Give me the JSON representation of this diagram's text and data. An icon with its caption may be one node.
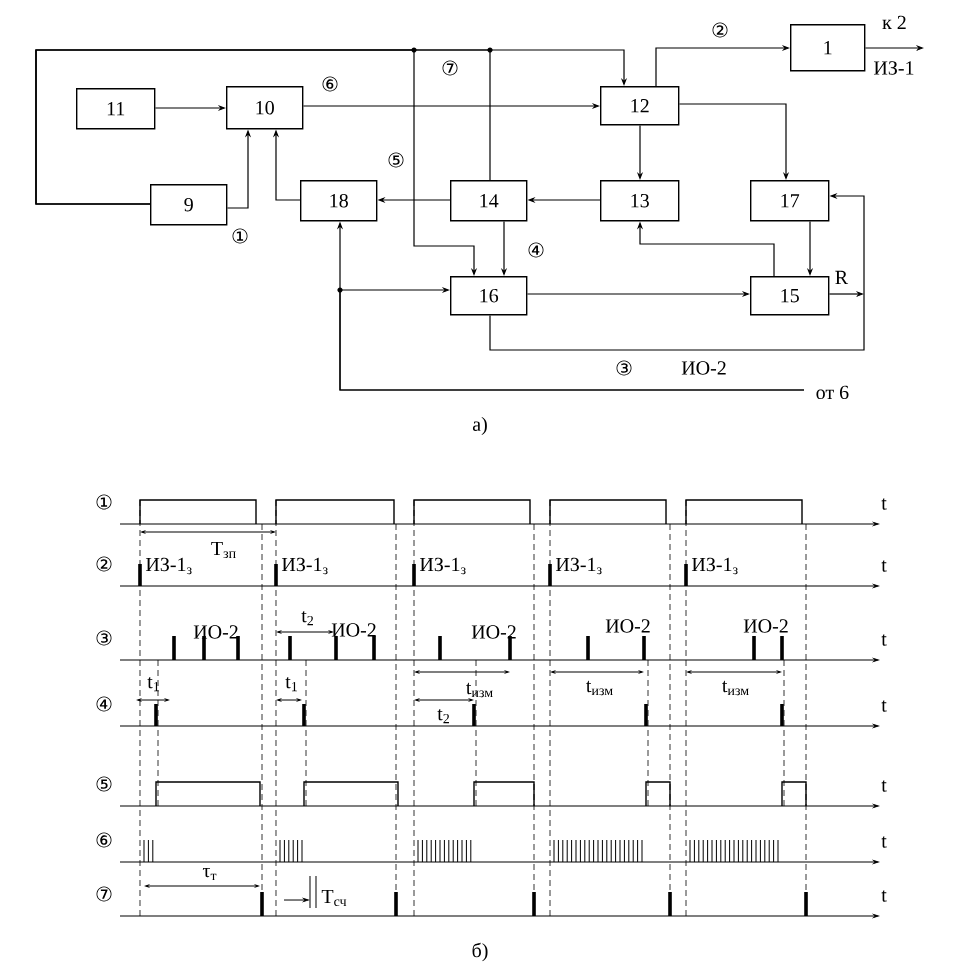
{
  "diagram": {
    "nodes": [
      {
        "text": [
          "1"
        ]
      },
      {
        "text": [
          "11"
        ]
      },
      {
        "text": [
          "10"
        ]
      },
      {
        "text": [
          "12"
        ]
      },
      {
        "text": [
          "9"
        ]
      },
      {
        "text": [
          "18"
        ]
      },
      {
        "text": [
          "14"
        ]
      },
      {
        "text": [
          "13"
        ]
      },
      {
        "text": [
          "17"
        ]
      },
      {
        "text": [
          "16"
        ]
      },
      {
        "text": [
          "15"
        ]
      },
      {
        "text": [
          "к 2"
        ]
      },
      {
        "text": [
          "R"
        ]
      },
      {
        "text": [
          "от 6"
        ]
      }
    ],
    "edges": [
      {
        "from": 1,
        "to": 2,
        "arrow": "to"
      },
      {
        "from": 2,
        "to": 3,
        "arrow": "to"
      },
      {
        "from": 4,
        "to": 2,
        "arrow": "to"
      },
      {
        "from": 4,
        "to": 3,
        "arrow": "to"
      },
      {
        "from": 3,
        "to": 0,
        "arrow": "to"
      },
      {
        "from": 0,
        "to": 11,
        "arrow": "to"
      },
      {
        "from": 3,
        "to": 7,
        "arrow": "to"
      },
      {
        "from": 3,
        "to": 8,
        "arrow": "to"
      },
      {
        "from": 7,
        "to": 6,
        "arrow": "to"
      },
      {
        "from": 6,
        "to": 5,
        "arrow": "to"
      },
      {
        "from": 5,
        "to": 2,
        "arrow": "to"
      },
      {
        "from": 4,
        "to": 9,
        "arrow": "to"
      },
      {
        "from": 4,
        "to": 6,
        "arrow": "none"
      },
      {
        "from": 6,
        "to": 9,
        "arrow": "to"
      },
      {
        "from": 9,
        "to": 10,
        "arrow": "to"
      },
      {
        "from": 10,
        "to": 12,
        "arrow": "to"
      },
      {
        "from": 10,
        "to": 7,
        "arrow": "to"
      },
      {
        "from": 8,
        "to": 10,
        "arrow": "to"
      },
      {
        "from": 9,
        "to": 8,
        "arrow": "to"
      },
      {
        "from": 13,
        "to": 5,
        "arrow": "to"
      },
      {
        "from": 13,
        "to": 9,
        "arrow": "to"
      }
    ],
    "labels": [
      "②",
      "ИЗ-1",
      "⑥",
      "⑦",
      "⑤",
      "①",
      "④",
      "③",
      "ИО-2",
      "а)",
      "①",
      "t",
      "T$_{зп}$",
      "②",
      "ИЗ-1$_{з}$",
      "ИЗ-1$_{з}$",
      "ИЗ-1$_{з}$",
      "ИЗ-1$_{з}$",
      "ИЗ-1$_{з}$",
      "t",
      "③",
      "t$_{2}$",
      "ИО-2",
      "ИО-2",
      "ИО-2",
      "ИО-2",
      "ИО-2",
      "t",
      "t$_{изм}$",
      "t$_{изм}$",
      "t$_{изм}$",
      "④",
      "t$_{1}$",
      "t$_{1}$",
      "t$_{2}$",
      "t",
      "⑤",
      "t",
      "⑥",
      "t",
      "⑦",
      "τ$_{т}$",
      "T$_{сч}$",
      "t",
      "б)"
    ]
  }
}
